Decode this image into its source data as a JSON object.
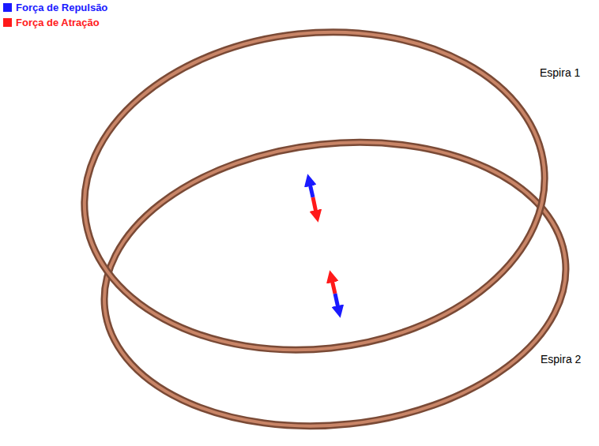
{
  "diagram": {
    "labels": [
      "Espira 1",
      "Espira 2"
    ],
    "legend": [
      {
        "text": "Força de Repulsão",
        "color": "#1a1aff"
      },
      {
        "text": "Força de Atração",
        "color": "#ff1a1a"
      }
    ]
  }
}
